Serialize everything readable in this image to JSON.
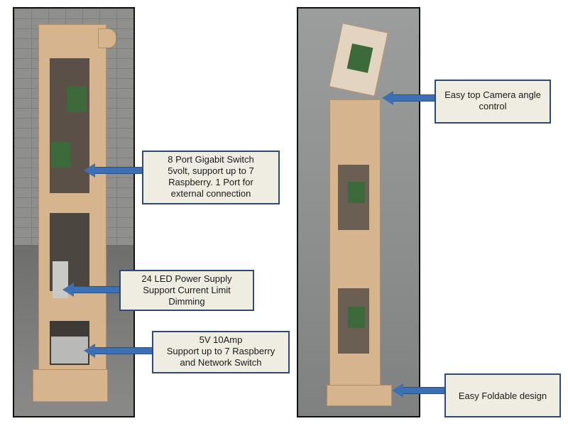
{
  "colors": {
    "arrow": "#3c6fb4",
    "callout_border": "#2f4a73",
    "callout_fill": "#efece1",
    "wood": "#d6b48e"
  },
  "left_callouts": {
    "switch": [
      "8 Port Gigabit Switch",
      "5volt, support up to 7",
      "Raspberry. 1 Port for",
      "external connection"
    ],
    "led_power": [
      "24 LED Power Supply",
      "Support Current Limit",
      "Dimming"
    ],
    "power_supply": [
      "5V 10Amp",
      "Support up to 7 Raspberry",
      "and Network Switch"
    ]
  },
  "right_callouts": {
    "camera": [
      "Easy top Camera angle",
      "control"
    ],
    "foldable": [
      "Easy Foldable design"
    ]
  }
}
